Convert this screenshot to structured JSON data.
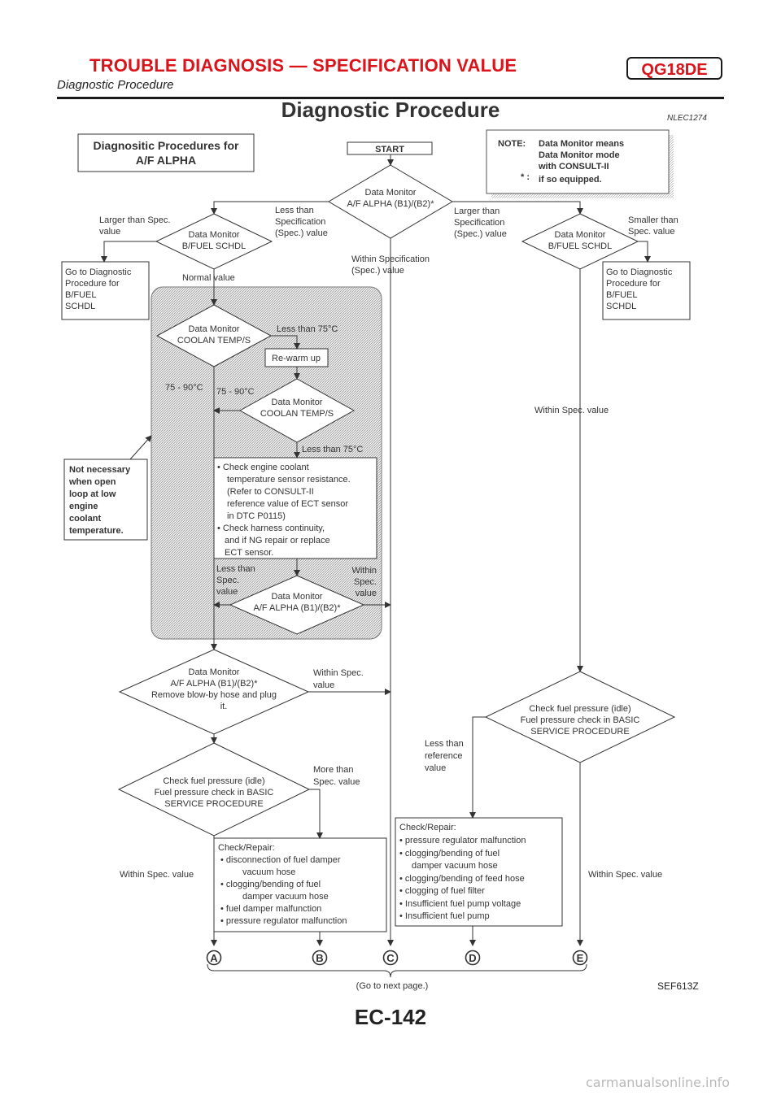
{
  "header": {
    "title": "TROUBLE DIAGNOSIS — SPECIFICATION VALUE",
    "badge": "QG18DE",
    "subtitle": "Diagnostic Procedure"
  },
  "page": {
    "title": "Diagnostic Procedure",
    "code": "NLEC1274",
    "figure_code": "SEF613Z",
    "page_number": "EC-142",
    "watermark": "carmanualsonline.info"
  },
  "flowchart": {
    "title_box": [
      "Diagnositic Procedures for",
      "A/F ALPHA"
    ],
    "start": "START",
    "note": {
      "label": "NOTE:",
      "lines": [
        "Data Monitor means",
        "Data Monitor mode",
        "with CONSULT-II",
        "if so equipped."
      ],
      "asterisk": "* :"
    },
    "d_af_top": [
      "Data Monitor",
      "A/F ALPHA (B1)/(B2)*"
    ],
    "lbl_less_top": [
      "Less than",
      "Specification",
      "(Spec.) value"
    ],
    "lbl_larger_top": [
      "Larger than",
      "Specification",
      "(Spec.) value"
    ],
    "lbl_within_top": [
      "Within Specification",
      "(Spec.) value"
    ],
    "d_fuel_left": [
      "Data Monitor",
      "B/FUEL SCHDL"
    ],
    "lbl_larger_left": [
      "Larger than Spec.",
      "value"
    ],
    "box_goto_left": [
      "Go to Diagnostic",
      "Procedure for",
      "B/FUEL",
      "SCHDL"
    ],
    "lbl_normal": "Normal value",
    "d_fuel_right": [
      "Data Monitor",
      "B/FUEL SCHDL"
    ],
    "lbl_smaller_right": [
      "Smaller than",
      "Spec. value"
    ],
    "box_goto_right": [
      "Go to Diagnostic",
      "Procedure for",
      "B/FUEL",
      "SCHDL"
    ],
    "lbl_within_right": "Within Spec. value",
    "d_coolant_1": [
      "Data Monitor",
      "COOLAN TEMP/S"
    ],
    "lbl_less75_1": "Less than 75°C",
    "box_rewarm": "Re-warm up",
    "lbl_75_90_a": "75 - 90°C",
    "lbl_75_90_b": "75 - 90°C",
    "d_coolant_2": [
      "Data Monitor",
      "COOLAN TEMP/S"
    ],
    "lbl_less75_2": "Less than 75°C",
    "box_check_engine": [
      "• Check engine coolant",
      "temperature sensor resistance.",
      "(Refer to CONSULT-II",
      "reference value of ECT sensor",
      "in DTC P0115)",
      "• Check harness continuity,",
      "and if NG repair or replace",
      "ECT sensor."
    ],
    "box_not_necessary": [
      "Not necessary",
      "when open",
      "loop at low",
      "engine",
      "coolant",
      "temperature."
    ],
    "lbl_less_spec_mid": [
      "Less than",
      "Spec.",
      "value"
    ],
    "lbl_within_spec_mid": [
      "Within",
      "Spec.",
      "value"
    ],
    "d_af_mid": [
      "Data Monitor",
      "A/F ALPHA (B1)/(B2)*"
    ],
    "d_af_blowby": [
      "Data Monitor",
      "A/F ALPHA (B1)/(B2)*",
      "Remove blow-by hose and plug",
      "it."
    ],
    "lbl_within_blowby": [
      "Within Spec.",
      "value"
    ],
    "d_fuel_pressure_left": [
      "Check fuel pressure (idle)",
      "Fuel pressure check in BASIC",
      "SERVICE PROCEDURE"
    ],
    "lbl_more_than": [
      "More than",
      "Spec. value"
    ],
    "lbl_within_left_bottom": "Within Spec. value",
    "box_repair_left": {
      "title": "Check/Repair:",
      "lines": [
        "• disconnection of fuel damper",
        "vacuum hose",
        "• clogging/bending of fuel",
        "damper vacuum hose",
        "• fuel damper malfunction",
        "• pressure regulator malfunction"
      ]
    },
    "d_fuel_pressure_right": [
      "Check fuel pressure (idle)",
      "Fuel pressure check in BASIC",
      "SERVICE PROCEDURE"
    ],
    "lbl_less_reference": [
      "Less than",
      "reference",
      "value"
    ],
    "box_repair_right": {
      "title": "Check/Repair:",
      "lines": [
        "• pressure regulator malfunction",
        "• clogging/bending of fuel",
        "damper vacuum hose",
        "• clogging/bending of feed hose",
        "• clogging of fuel filter",
        "• Insufficient fuel pump voltage",
        "• Insufficient fuel pump"
      ]
    },
    "lbl_within_right_bottom": "Within Spec. value",
    "connectors": [
      "A",
      "B",
      "C",
      "D",
      "E"
    ],
    "go_next": "(Go to next page.)"
  }
}
